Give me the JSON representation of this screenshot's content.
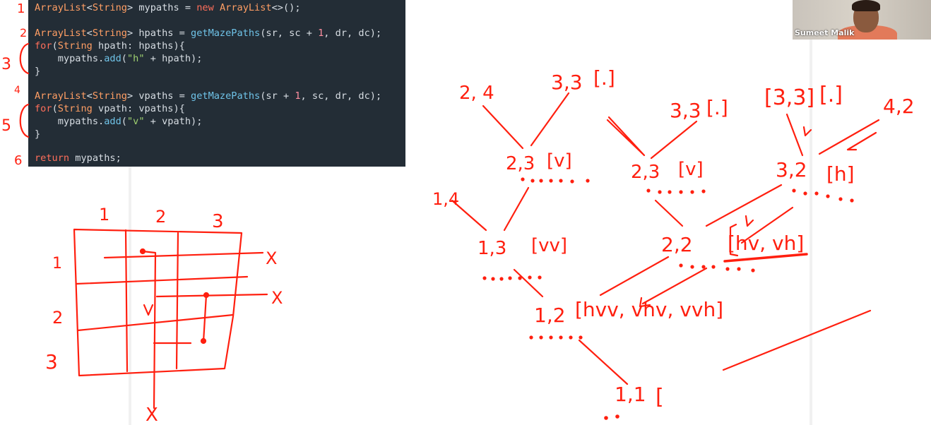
{
  "code": {
    "lines": [
      {
        "tokens": [
          [
            "ty",
            "ArrayList"
          ],
          [
            "pu",
            "<"
          ],
          [
            "ty",
            "String"
          ],
          [
            "pu",
            "> "
          ],
          [
            "va",
            "mypaths "
          ],
          [
            "pu",
            "= "
          ],
          [
            "kw",
            "new "
          ],
          [
            "ty",
            "ArrayList"
          ],
          [
            "pu",
            "<>();"
          ]
        ]
      },
      {
        "tokens": []
      },
      {
        "tokens": [
          [
            "ty",
            "ArrayList"
          ],
          [
            "pu",
            "<"
          ],
          [
            "ty",
            "String"
          ],
          [
            "pu",
            "> "
          ],
          [
            "va",
            "hpaths "
          ],
          [
            "pu",
            "= "
          ],
          [
            "fn",
            "getMazePaths"
          ],
          [
            "pu",
            "("
          ],
          [
            "va",
            "sr"
          ],
          [
            "pu",
            ", "
          ],
          [
            "va",
            "sc "
          ],
          [
            "pu",
            "+ "
          ],
          [
            "nu",
            "1"
          ],
          [
            "pu",
            ", "
          ],
          [
            "va",
            "dr"
          ],
          [
            "pu",
            ", "
          ],
          [
            "va",
            "dc"
          ],
          [
            "pu",
            ");"
          ]
        ]
      },
      {
        "tokens": [
          [
            "kw",
            "for"
          ],
          [
            "pu",
            "("
          ],
          [
            "ty",
            "String "
          ],
          [
            "va",
            "hpath"
          ],
          [
            "pu",
            ": "
          ],
          [
            "va",
            "hpaths"
          ],
          [
            "pu",
            "){"
          ]
        ]
      },
      {
        "tokens": [
          [
            "pu",
            "    "
          ],
          [
            "va",
            "mypaths"
          ],
          [
            "pu",
            "."
          ],
          [
            "fn",
            "add"
          ],
          [
            "pu",
            "("
          ],
          [
            "st",
            "\"h\""
          ],
          [
            "pu",
            " + "
          ],
          [
            "va",
            "hpath"
          ],
          [
            "pu",
            ");"
          ]
        ]
      },
      {
        "tokens": [
          [
            "pu",
            "}"
          ]
        ]
      },
      {
        "tokens": []
      },
      {
        "tokens": [
          [
            "ty",
            "ArrayList"
          ],
          [
            "pu",
            "<"
          ],
          [
            "ty",
            "String"
          ],
          [
            "pu",
            "> "
          ],
          [
            "va",
            "vpaths "
          ],
          [
            "pu",
            "= "
          ],
          [
            "fn",
            "getMazePaths"
          ],
          [
            "pu",
            "("
          ],
          [
            "va",
            "sr "
          ],
          [
            "pu",
            "+ "
          ],
          [
            "nu",
            "1"
          ],
          [
            "pu",
            ", "
          ],
          [
            "va",
            "sc"
          ],
          [
            "pu",
            ", "
          ],
          [
            "va",
            "dr"
          ],
          [
            "pu",
            ", "
          ],
          [
            "va",
            "dc"
          ],
          [
            "pu",
            ");"
          ]
        ]
      },
      {
        "tokens": [
          [
            "kw",
            "for"
          ],
          [
            "pu",
            "("
          ],
          [
            "ty",
            "String "
          ],
          [
            "va",
            "vpath"
          ],
          [
            "pu",
            ": "
          ],
          [
            "va",
            "vpaths"
          ],
          [
            "pu",
            "){"
          ]
        ]
      },
      {
        "tokens": [
          [
            "pu",
            "    "
          ],
          [
            "va",
            "mypaths"
          ],
          [
            "pu",
            "."
          ],
          [
            "fn",
            "add"
          ],
          [
            "pu",
            "("
          ],
          [
            "st",
            "\"v\""
          ],
          [
            "pu",
            " + "
          ],
          [
            "va",
            "vpath"
          ],
          [
            "pu",
            ");"
          ]
        ]
      },
      {
        "tokens": [
          [
            "pu",
            "}"
          ]
        ]
      },
      {
        "tokens": []
      },
      {
        "tokens": [
          [
            "kw",
            "return "
          ],
          [
            "va",
            "mypaths"
          ],
          [
            "pu",
            ";"
          ]
        ]
      }
    ]
  },
  "webcam": {
    "name": "Sumeet Malik"
  },
  "annotations": {
    "margin_numbers": [
      "1",
      "2",
      "3",
      "4",
      "5",
      "6"
    ],
    "grid_col_labels": [
      "1",
      "2",
      "3"
    ],
    "grid_row_labels": [
      "1",
      "2",
      "3"
    ],
    "grid_marks": [
      "X",
      "X",
      "X"
    ],
    "tree_nodes": [
      {
        "label": "2, 4",
        "list": ""
      },
      {
        "label": "3,3",
        "list": "[.]"
      },
      {
        "label": "3,3",
        "list": "[.]"
      },
      {
        "label": "[3,3]",
        "list": "[.]"
      },
      {
        "label": "4,2",
        "list": ""
      },
      {
        "label": "2,3",
        "list": "[v]"
      },
      {
        "label": "2,3",
        "list": "[v]"
      },
      {
        "label": "3,2",
        "list": "[h]"
      },
      {
        "label": "1,4",
        "list": ""
      },
      {
        "label": "1,3",
        "list": "[vv]"
      },
      {
        "label": "2,2",
        "list": "[hv, vh]"
      },
      {
        "label": "1,2",
        "list": "[hvv, vhv, vvh]"
      },
      {
        "label": "1,1",
        "list": "["
      }
    ]
  },
  "colors": {
    "ink": "#ff1f0f",
    "code_bg": "#232d36",
    "keyword": "#ff6e5a",
    "type": "#ff9e64",
    "function": "#6fc3e8",
    "string": "#9ed070",
    "number": "#ff8fa0"
  }
}
